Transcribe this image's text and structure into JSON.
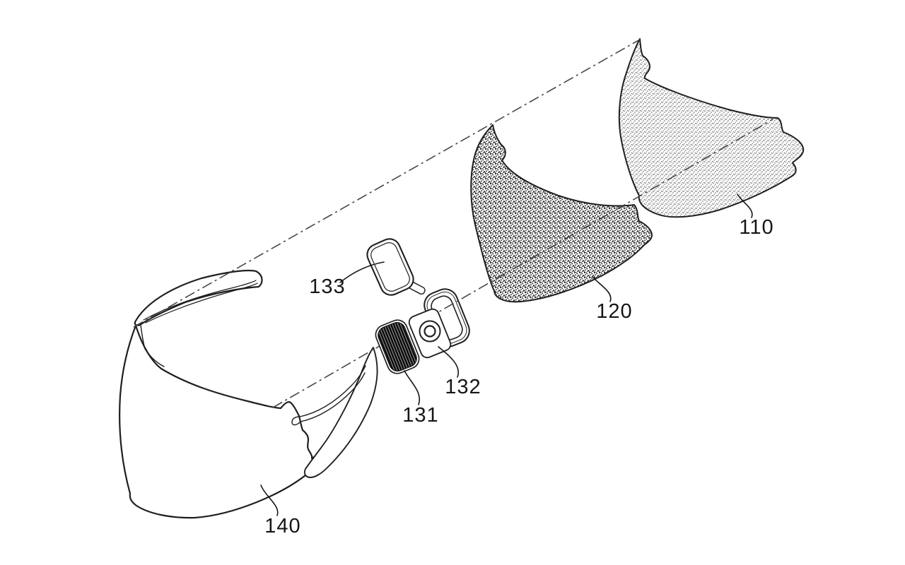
{
  "figure": {
    "kind": "patent-exploded-view-drawing",
    "background": "#ffffff",
    "ink": "#1f1f1f",
    "axis_line_color": "#474747",
    "part_labels": [
      {
        "id": "part-110",
        "text": "110"
      },
      {
        "id": "part-120",
        "text": "120"
      },
      {
        "id": "part-131",
        "text": "131"
      },
      {
        "id": "part-132",
        "text": "132"
      },
      {
        "id": "part-133",
        "text": "133"
      },
      {
        "id": "part-140",
        "text": "140"
      }
    ]
  }
}
